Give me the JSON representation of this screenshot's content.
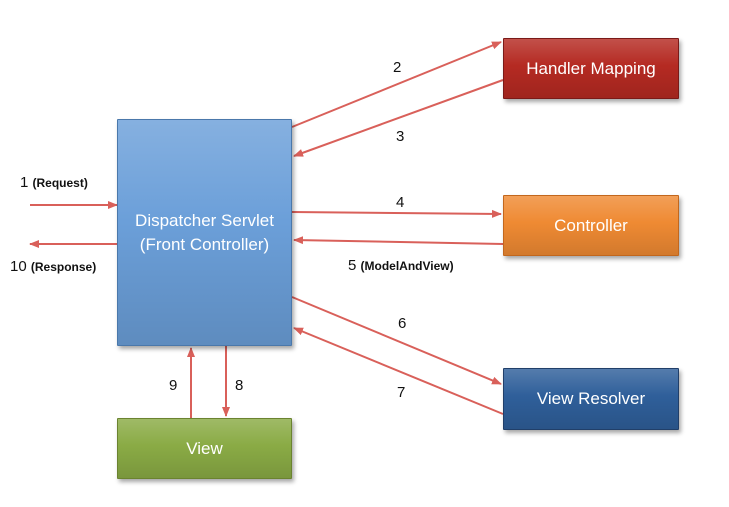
{
  "colors": {
    "arrow": "#d9605a",
    "dispatcher": "#6b9fd9",
    "handler": "#b52a22",
    "controller": "#ef8a33",
    "resolver": "#2f5f9a",
    "view": "#8aab45"
  },
  "boxes": {
    "dispatcher": "Dispatcher Servlet\n(Front Controller)",
    "handler": "Handler Mapping",
    "controller": "Controller",
    "resolver": "View Resolver",
    "view": "View"
  },
  "labels": {
    "l1_num": "1",
    "l1_text": "(Request)",
    "l10_num": "10",
    "l10_text": "(Response)",
    "l2": "2",
    "l3": "3",
    "l4": "4",
    "l5_num": "5",
    "l5_text": "(ModelAndView)",
    "l6": "6",
    "l7": "7",
    "l8": "8",
    "l9": "9"
  }
}
